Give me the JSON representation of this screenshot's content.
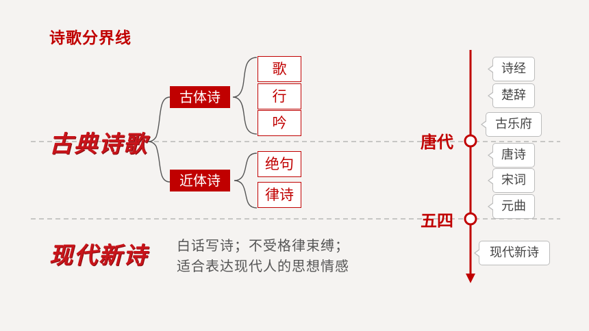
{
  "title": "诗歌分界线",
  "classical": {
    "label": "古典诗歌",
    "gutishi": {
      "label": "古体诗",
      "items": [
        "歌",
        "行",
        "吟"
      ]
    },
    "jintishi": {
      "label": "近体诗",
      "items": [
        "绝句",
        "律诗"
      ]
    }
  },
  "modern": {
    "label": "现代新诗",
    "desc_line1": "白话写诗；不受格律束缚；",
    "desc_line2": "适合表达现代人的思想情感"
  },
  "timeline": {
    "markers": [
      "唐代",
      "五四"
    ],
    "before_tang": [
      "诗经",
      "楚辞",
      "古乐府"
    ],
    "tang_to_wusi": [
      "唐诗",
      "宋词",
      "元曲"
    ],
    "after_wusi": [
      "现代新诗"
    ]
  },
  "colors": {
    "accent": "#c00000",
    "background": "#f5f3f1"
  }
}
